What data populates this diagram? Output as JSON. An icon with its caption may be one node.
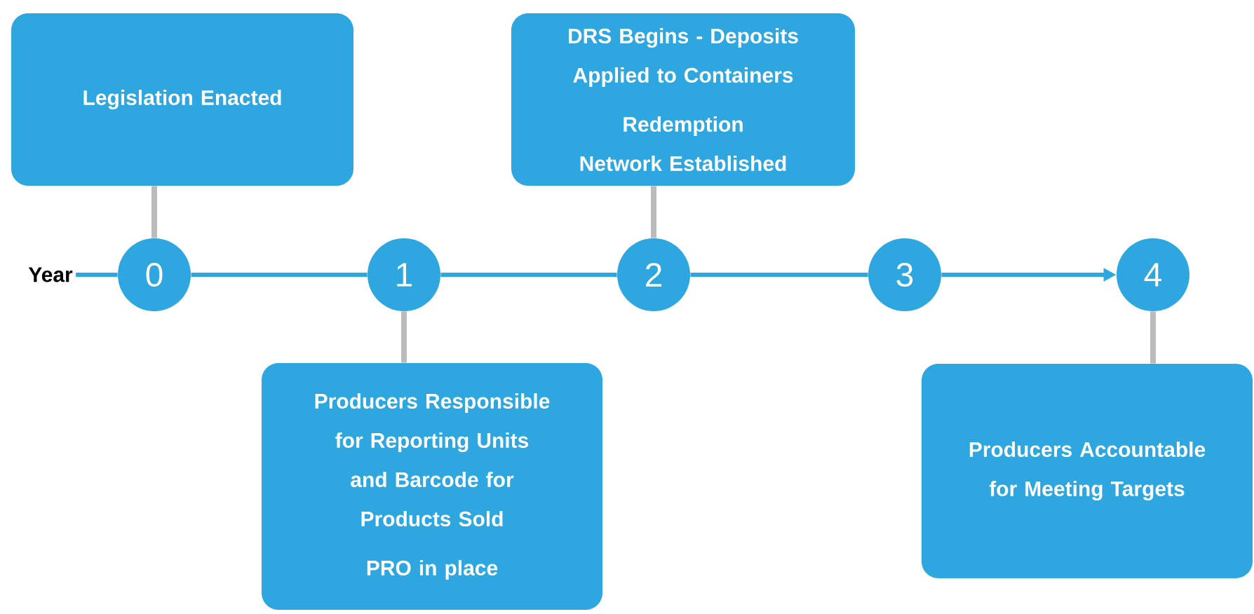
{
  "diagram": {
    "nodes": [
      {
        "text": [
          "Legislation Enacted"
        ]
      },
      {
        "text": [
          "DRS Begins - Deposits Applied to Containers",
          "Redemption Network Established"
        ]
      },
      {
        "text": [
          "Year"
        ]
      },
      {
        "text": [
          "0"
        ]
      },
      {
        "text": [
          "1"
        ]
      },
      {
        "text": [
          "2"
        ]
      },
      {
        "text": [
          "3"
        ]
      },
      {
        "text": [
          "4"
        ]
      },
      {
        "text": [
          "Producers Responsible for Reporting Units and Barcode for Products Sold",
          "PRO in place"
        ]
      },
      {
        "text": [
          "Producers Accountable for Meeting Targets"
        ]
      }
    ],
    "edges": [
      {
        "from": 2,
        "to": 3,
        "arrow": "none"
      },
      {
        "from": 3,
        "to": 4,
        "arrow": "none"
      },
      {
        "from": 4,
        "to": 5,
        "arrow": "none"
      },
      {
        "from": 5,
        "to": 6,
        "arrow": "none"
      },
      {
        "from": 6,
        "to": 7,
        "arrow": "to"
      },
      {
        "from": 0,
        "to": 3,
        "arrow": "none",
        "color": "#bbbbbb"
      },
      {
        "from": 1,
        "to": 5,
        "arrow": "none",
        "color": "#bbbbbb"
      },
      {
        "from": 8,
        "to": 4,
        "arrow": "none",
        "color": "#bbbbbb"
      },
      {
        "from": 9,
        "to": 7,
        "arrow": "none",
        "color": "#bbbbbb"
      }
    ]
  }
}
